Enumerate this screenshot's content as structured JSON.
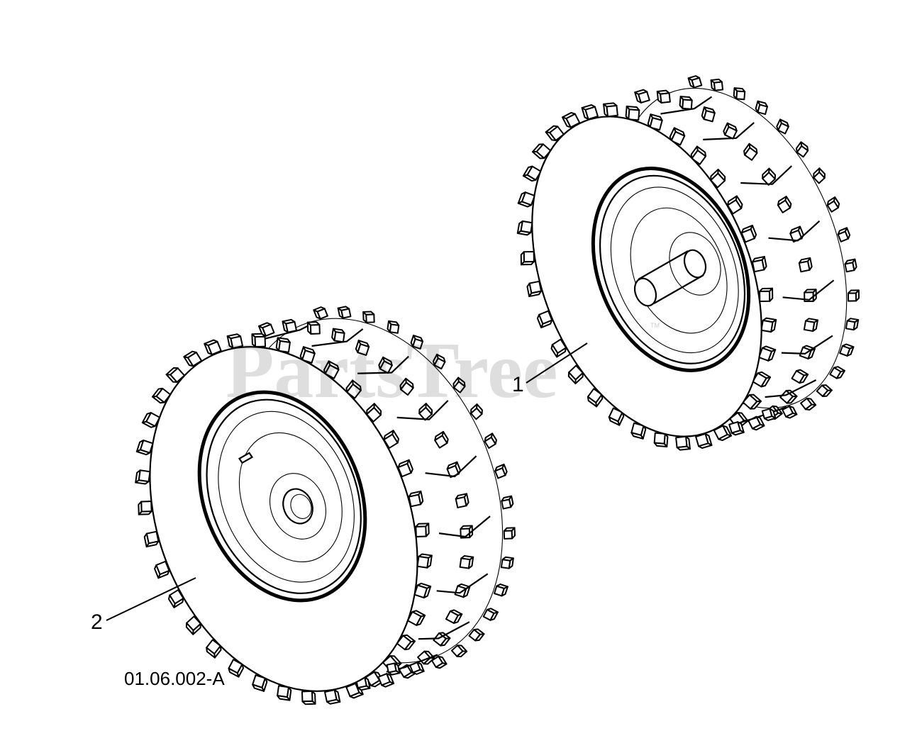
{
  "watermark": {
    "text": "PartsTree",
    "trademark": "TM"
  },
  "callouts": [
    {
      "label": "1"
    },
    {
      "label": "2"
    }
  ],
  "drawing_id": "01.06.002-A"
}
